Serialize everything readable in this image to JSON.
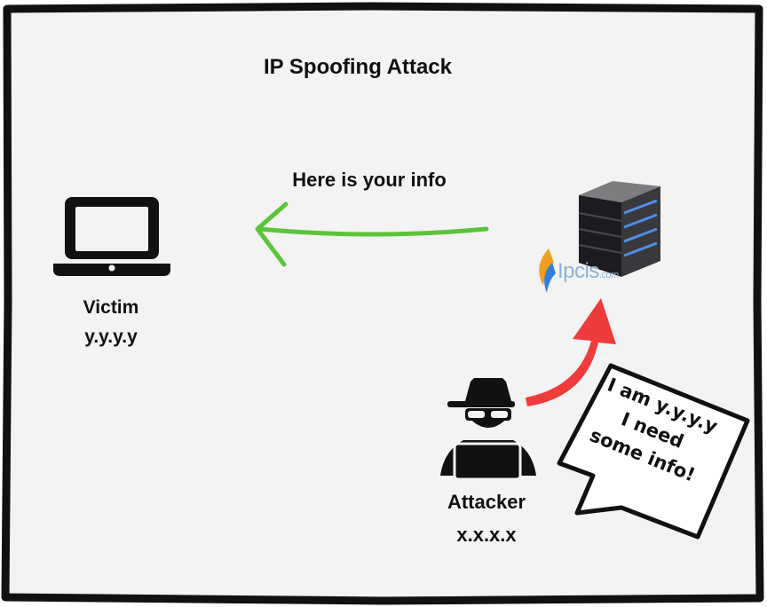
{
  "diagram": {
    "title": "IP Spoofing Attack",
    "arrow_label": "Here is your info",
    "victim": {
      "name": "Victim",
      "ip": "y.y.y.y"
    },
    "attacker": {
      "name": "Attacker",
      "ip": "x.x.x.x"
    },
    "speech_bubble": {
      "lines": [
        "I am y.y.y.y",
        "I need",
        "some info!"
      ]
    },
    "server_logo": {
      "text": "Ipcis",
      "suffix": ".com"
    }
  },
  "colors": {
    "reply_arrow": "#5cc439",
    "spoof_arrow": "#ee3b3b",
    "frame": "#111111",
    "canvas": "#f3f3f3"
  }
}
